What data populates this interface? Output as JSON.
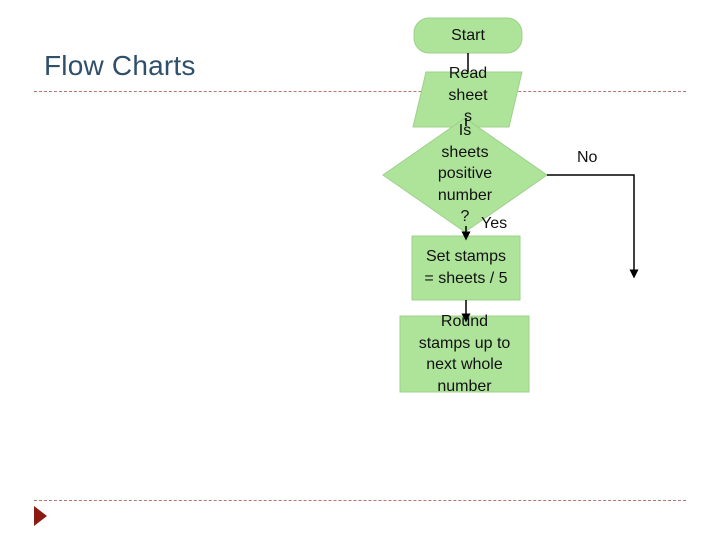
{
  "slide": {
    "title": "Flow Charts"
  },
  "colors": {
    "node_fill": "#aee39a",
    "node_stroke": "#9fd08c",
    "connector": "#000000",
    "rule": "#b07a6a",
    "title": "#2f4f6a",
    "nav_arrow": "#8b1a10"
  },
  "flowchart": {
    "start": "Start",
    "read": "Read\nsheet\ns",
    "decision": "Is\nsheets\npositive\nnumber\n?",
    "set_stamps": "Set stamps\n= sheets / 5",
    "round": "Round\nstamps up to\nnext whole\nnumber",
    "yes_label": "Yes",
    "no_label": "No"
  },
  "nav": {
    "icon": "triangle-right-icon"
  }
}
